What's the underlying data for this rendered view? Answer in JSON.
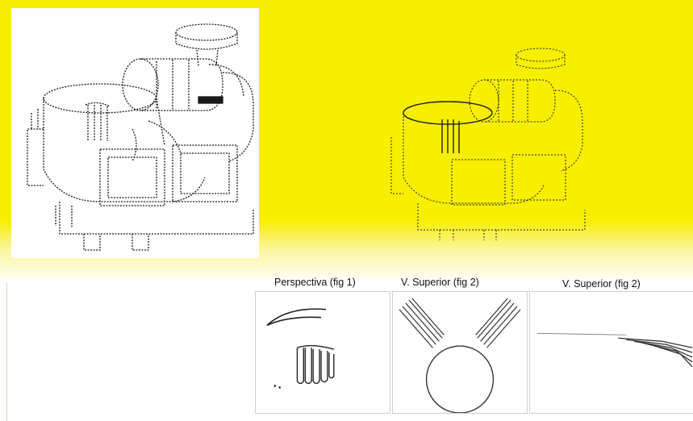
{
  "figures": {
    "perspective_label": "Perspectiva (fig 1)",
    "top_view_label_a": "V. Superior (fig 2)",
    "top_view_label_b": "V. Superior (fig 2)"
  },
  "colors": {
    "highlight_yellow": "#f7ee00",
    "line_art": "#1a1a1a",
    "frame_border": "#cfcfcf"
  },
  "icons": [
    "engine-line-drawing",
    "engine-outline-drawing"
  ]
}
